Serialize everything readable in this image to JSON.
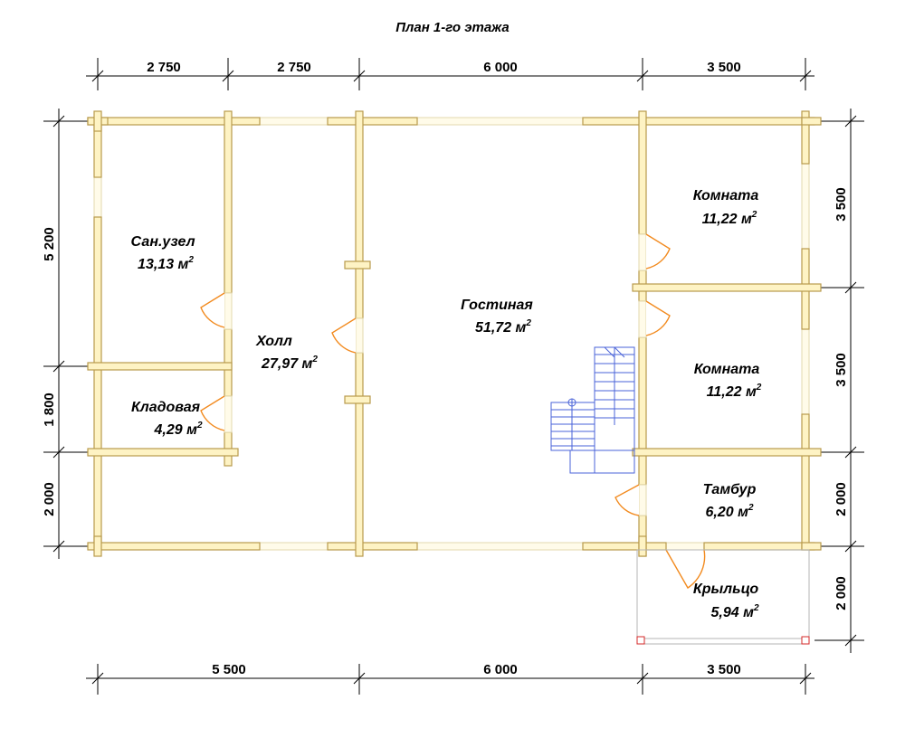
{
  "title": "План 1-го этажа",
  "colors": {
    "wall_fill": "#fef3c4",
    "wall_stroke": "#b89a4c",
    "opening_fill": "#fffbe9",
    "door_swing": "#f28a1e",
    "stair_stroke": "#4a63d8",
    "dim_line": "#000000",
    "porch_post": "#d62828"
  },
  "top_dims": [
    "2 750",
    "2 750",
    "6 000",
    "3 500"
  ],
  "bottom_dims": [
    "5 500",
    "6 000",
    "3 500"
  ],
  "left_dims": [
    "5 200",
    "1 800",
    "2 000"
  ],
  "right_dims": [
    "3 500",
    "3 500",
    "2 000",
    "2 000"
  ],
  "area_unit": "м",
  "area_unit_sup": "2",
  "rooms": {
    "sanuzel": {
      "name": "Сан.узел",
      "area": "13,13"
    },
    "kladovaya": {
      "name": "Кладовая",
      "area": "4,29"
    },
    "holl": {
      "name": "Холл",
      "area": "27,97"
    },
    "gostinaya": {
      "name": "Гостиная",
      "area": "51,72"
    },
    "komnata_1": {
      "name": "Комната",
      "area": "11,22"
    },
    "komnata_2": {
      "name": "Комната",
      "area": "11,22"
    },
    "tambur": {
      "name": "Тамбур",
      "area": "6,20"
    },
    "krylco": {
      "name": "Крыльцо",
      "area": "5,94"
    }
  },
  "icons": [
    "door-swing-icon",
    "staircase-icon",
    "window-icon"
  ]
}
